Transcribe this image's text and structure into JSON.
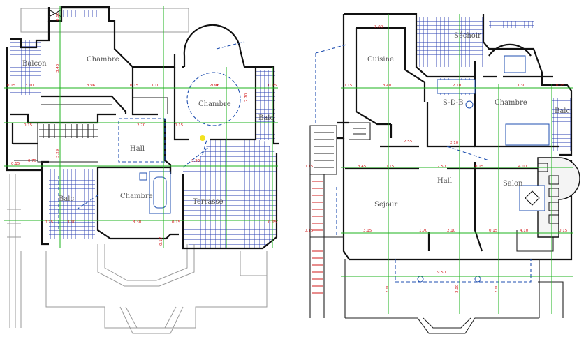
{
  "plan_left": {
    "rooms": {
      "balcon": "Balcon",
      "chambre_top": "Chambre",
      "chambre_right": "Chambre",
      "hall": "Hall",
      "chambre_bottom": "Chambre",
      "terrasse": "Terrasse",
      "balc_bottom": "Balc",
      "balc_right": "Balc"
    },
    "dims": [
      "0.15",
      "3.10",
      "3.96",
      "0.15",
      "3.10",
      "3.16",
      "0.15",
      "0.15",
      "2.70",
      "0.15",
      "0.15",
      "3.10",
      "3.30",
      "0.15",
      "0.15",
      "2.30",
      "3.96",
      "0.15",
      "0.75",
      "0.15",
      "3.40",
      "3.29",
      "2.70",
      "0.17"
    ]
  },
  "plan_right": {
    "rooms": {
      "cuisine": "Cuisine",
      "sechoir": "Séchoir",
      "sdb": "S-D-B",
      "chambre": "Chambre",
      "balc": "Balc",
      "hall": "Hall",
      "salon": "Salon",
      "sejour": "Sejour"
    },
    "dims": [
      "3.00",
      "2.10",
      "0.15",
      "3.40",
      "2.10",
      "3.30",
      "0.15",
      "2.55",
      "0.15",
      "3.45",
      "0.15",
      "2.50",
      "0.15",
      "4.00",
      "0.15",
      "3.15",
      "2.10",
      "0.15",
      "4.10",
      "1.70",
      "0.15",
      "9.50",
      "2.60",
      "3.00",
      "2.60"
    ]
  }
}
